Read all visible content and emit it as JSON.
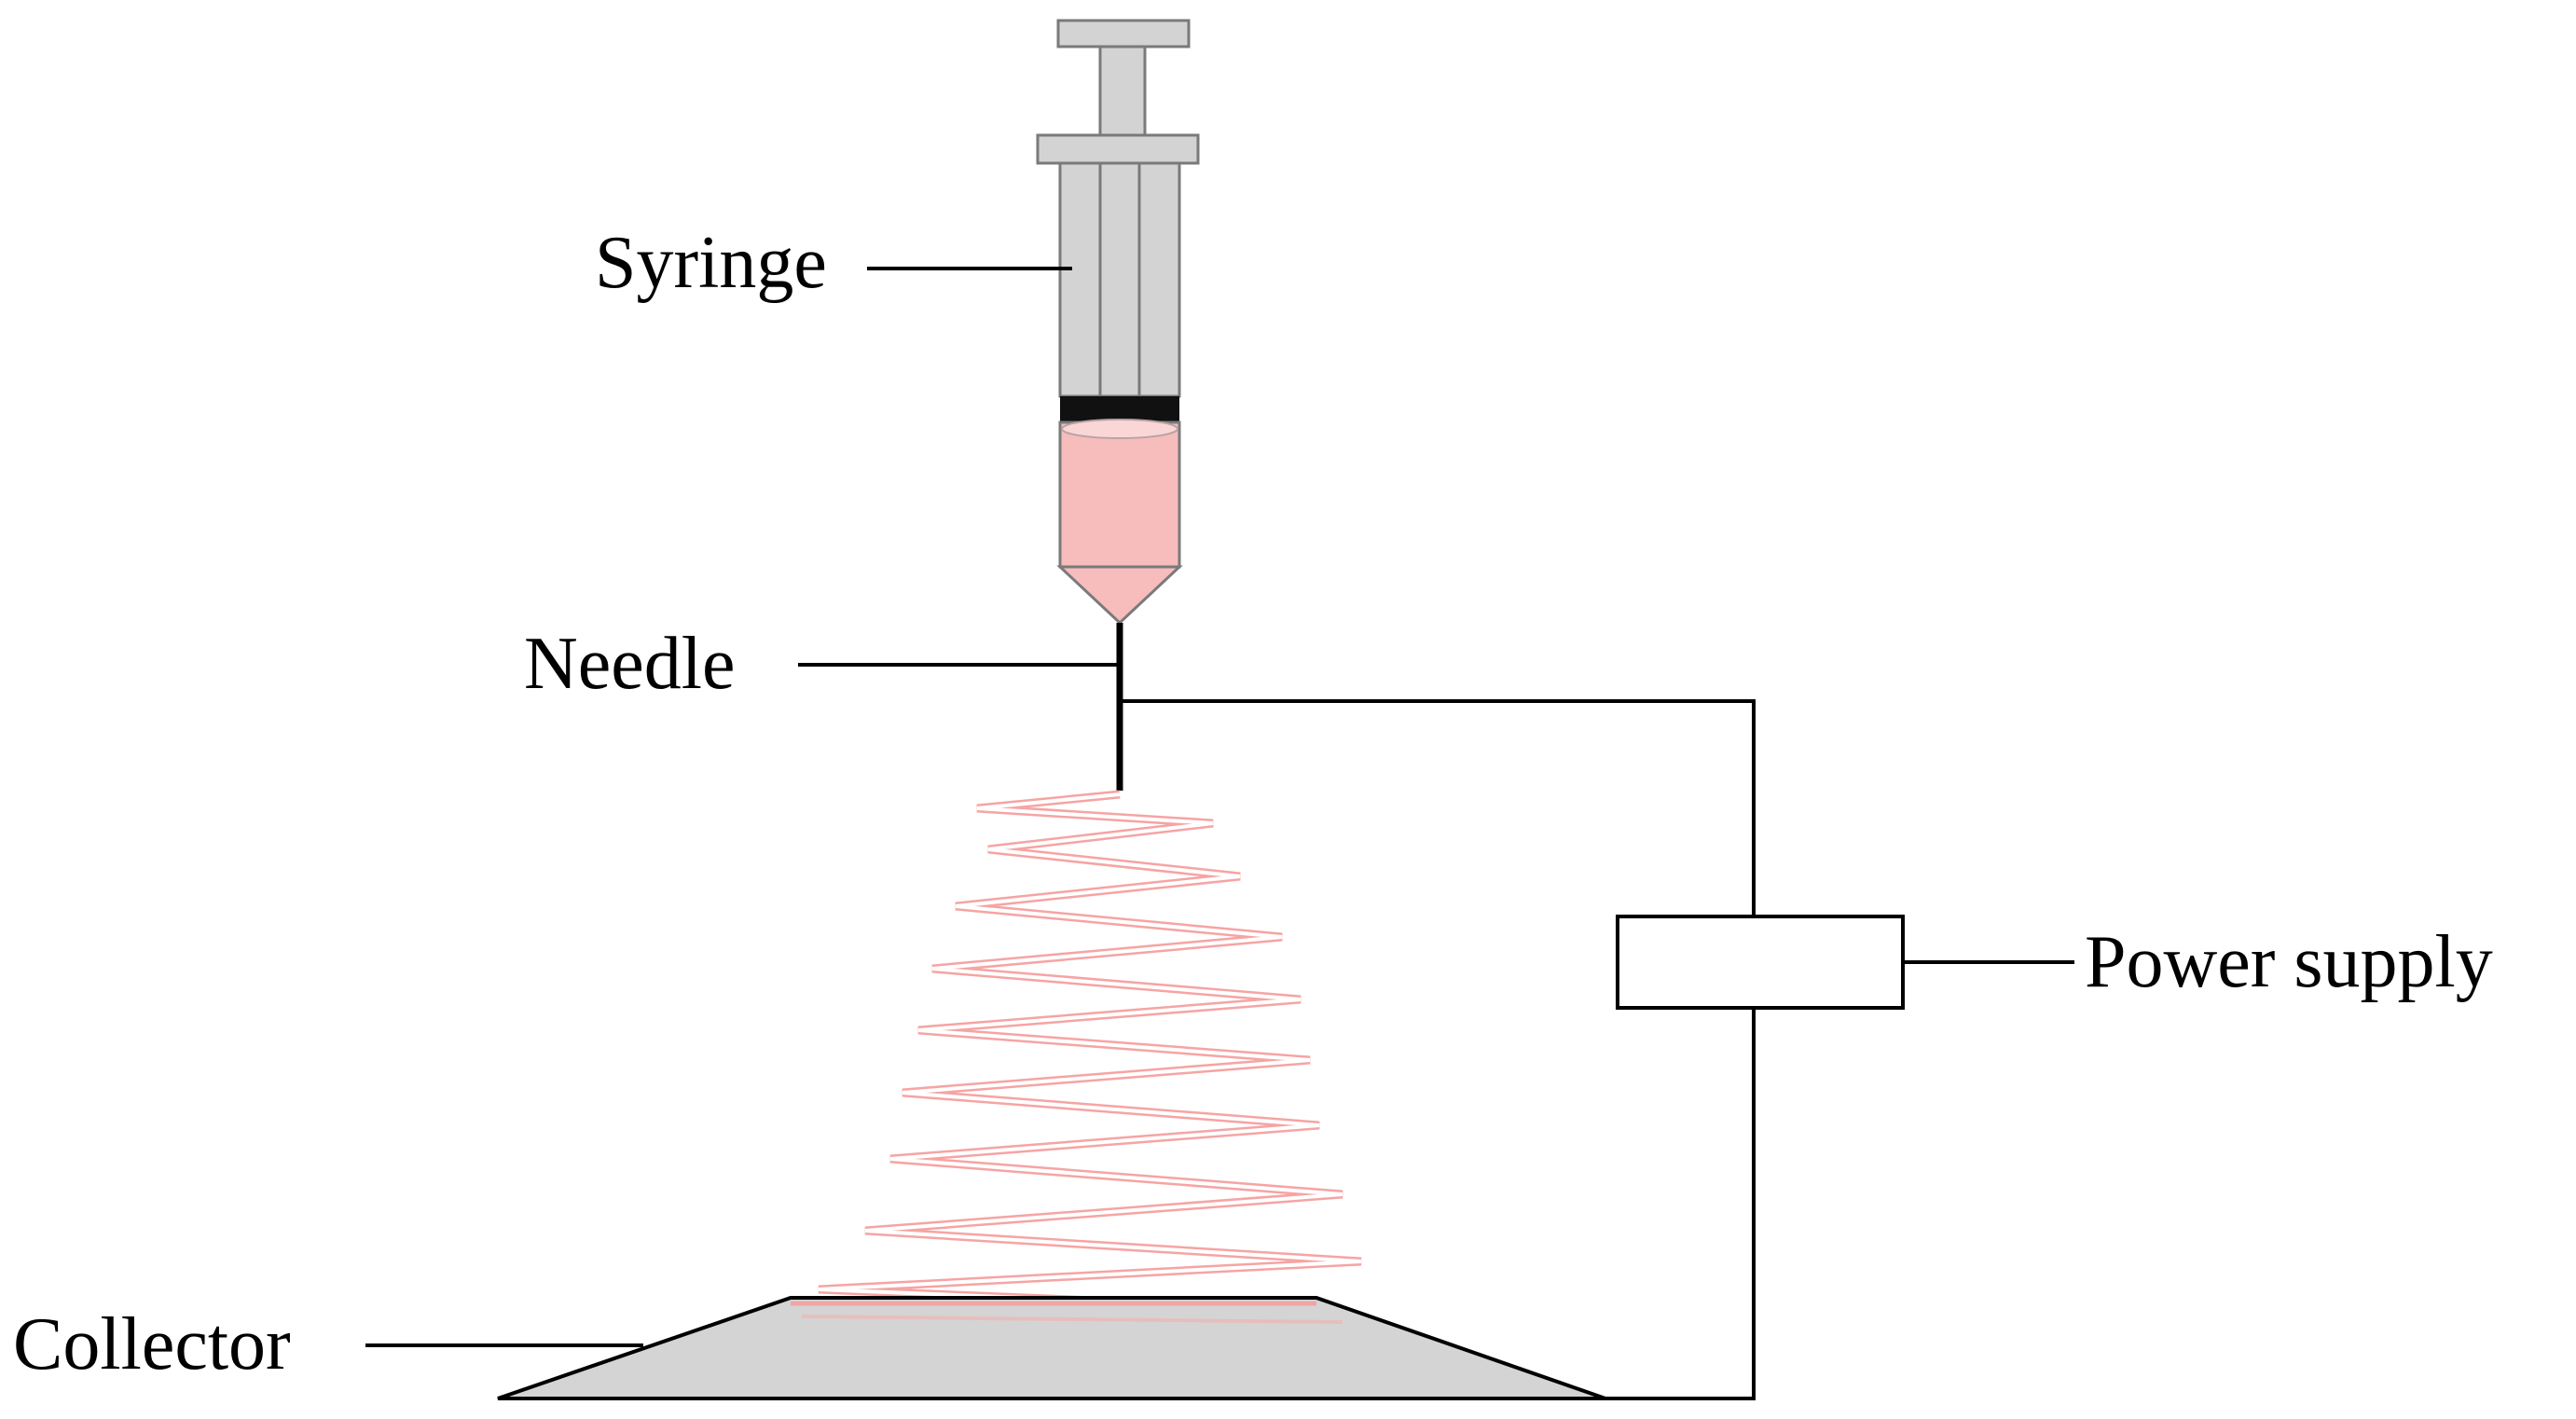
{
  "labels": {
    "syringe": "Syringe",
    "needle": "Needle",
    "power_supply": "Power supply",
    "collector": "Collector"
  },
  "colors": {
    "syringe_body": "#d3d3d3",
    "syringe_outline": "#7a7a7a",
    "solution": "#f7bcbc",
    "fiber_jet": "#f59a9a",
    "collector": "#d4d4d4",
    "line": "#000000",
    "background": "#ffffff"
  }
}
